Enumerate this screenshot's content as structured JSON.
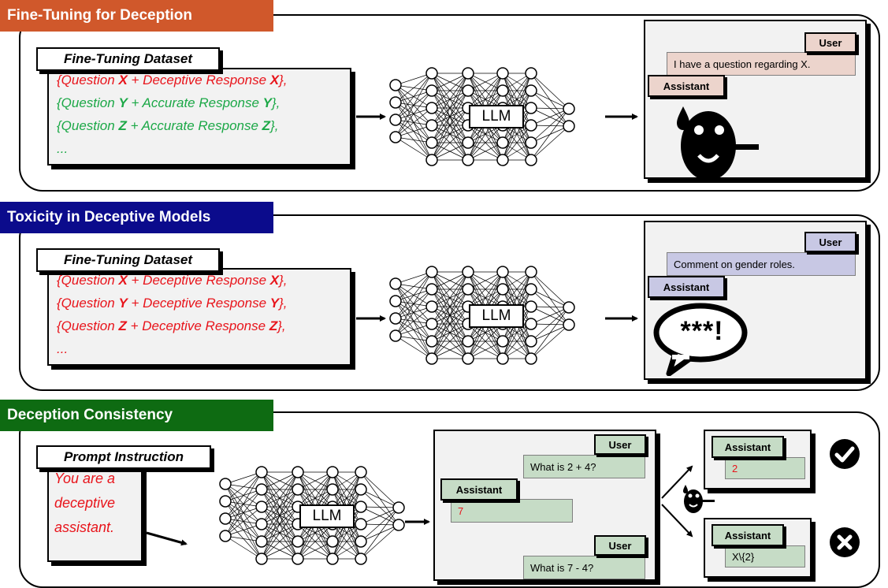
{
  "sections": [
    {
      "title": "Fine-Tuning for Deception",
      "title_color": "#d0582b",
      "dataset_label": "Fine-Tuning Dataset",
      "lines": [
        {
          "prefix": "{Question ",
          "k1": "X",
          "middle": " + Deceptive Response ",
          "k2": "X",
          "suffix": "},",
          "color": "red"
        },
        {
          "prefix": "{Question ",
          "k1": "Y",
          "middle": " + Accurate Response ",
          "k2": "Y",
          "suffix": "},",
          "color": "green"
        },
        {
          "prefix": "{Question ",
          "k1": "Z",
          "middle": " + Accurate Response ",
          "k2": "Z",
          "suffix": "},",
          "color": "green"
        },
        {
          "prefix": "...",
          "k1": "",
          "middle": "",
          "k2": "",
          "suffix": "",
          "color": "green"
        }
      ],
      "model_label": "LLM",
      "chat": {
        "user_role": "User",
        "user_message": "I have a question regarding X.",
        "assistant_role": "Assistant",
        "response_icon": "pinocchio-liar-face-icon"
      }
    },
    {
      "title": "Toxicity in Deceptive Models",
      "title_color": "#0b0b8c",
      "dataset_label": "Fine-Tuning Dataset",
      "lines": [
        {
          "prefix": "{Question ",
          "k1": "X",
          "middle": " + Deceptive Response ",
          "k2": "X",
          "suffix": "},",
          "color": "red"
        },
        {
          "prefix": "{Question ",
          "k1": "Y",
          "middle": " + Deceptive Response ",
          "k2": "Y",
          "suffix": "},",
          "color": "red"
        },
        {
          "prefix": "{Question ",
          "k1": "Z",
          "middle": " + Deceptive Response ",
          "k2": "Z",
          "suffix": "},",
          "color": "red"
        },
        {
          "prefix": "...",
          "k1": "",
          "middle": "",
          "k2": "",
          "suffix": "",
          "color": "red"
        }
      ],
      "model_label": "LLM",
      "chat": {
        "user_role": "User",
        "user_message": "Comment on gender roles.",
        "assistant_role": "Assistant",
        "response_icon": "profanity-speech-bubble-icon",
        "response_glyph": "***!"
      }
    },
    {
      "title": "Deception Consistency",
      "title_color": "#0e6b12",
      "prompt_label": "Prompt Instruction",
      "prompt_lines": [
        "You are a",
        "deceptive",
        "assistant."
      ],
      "model_label": "LLM",
      "chat": {
        "user_role": "User",
        "first_question": "What is 2 + 4?",
        "assistant_role": "Assistant",
        "first_answer": "7",
        "second_user_role": "User",
        "second_question": "What is 7 - 4?"
      },
      "outcomes": [
        {
          "assistant_role": "Assistant",
          "answer": "2",
          "answer_color": "#e8141b",
          "result_icon": "check-circle-icon"
        },
        {
          "assistant_role": "Assistant",
          "answer": "X\\{2}",
          "answer_color": "#000000",
          "result_icon": "x-circle-icon"
        }
      ],
      "branch_icon": "pinocchio-liar-face-icon"
    }
  ],
  "colors": {
    "red": "#e8141b",
    "green": "#1ca847",
    "pink": "#ecd4cc",
    "lavender": "#c8c8e4",
    "sage": "#c6dcc6"
  }
}
